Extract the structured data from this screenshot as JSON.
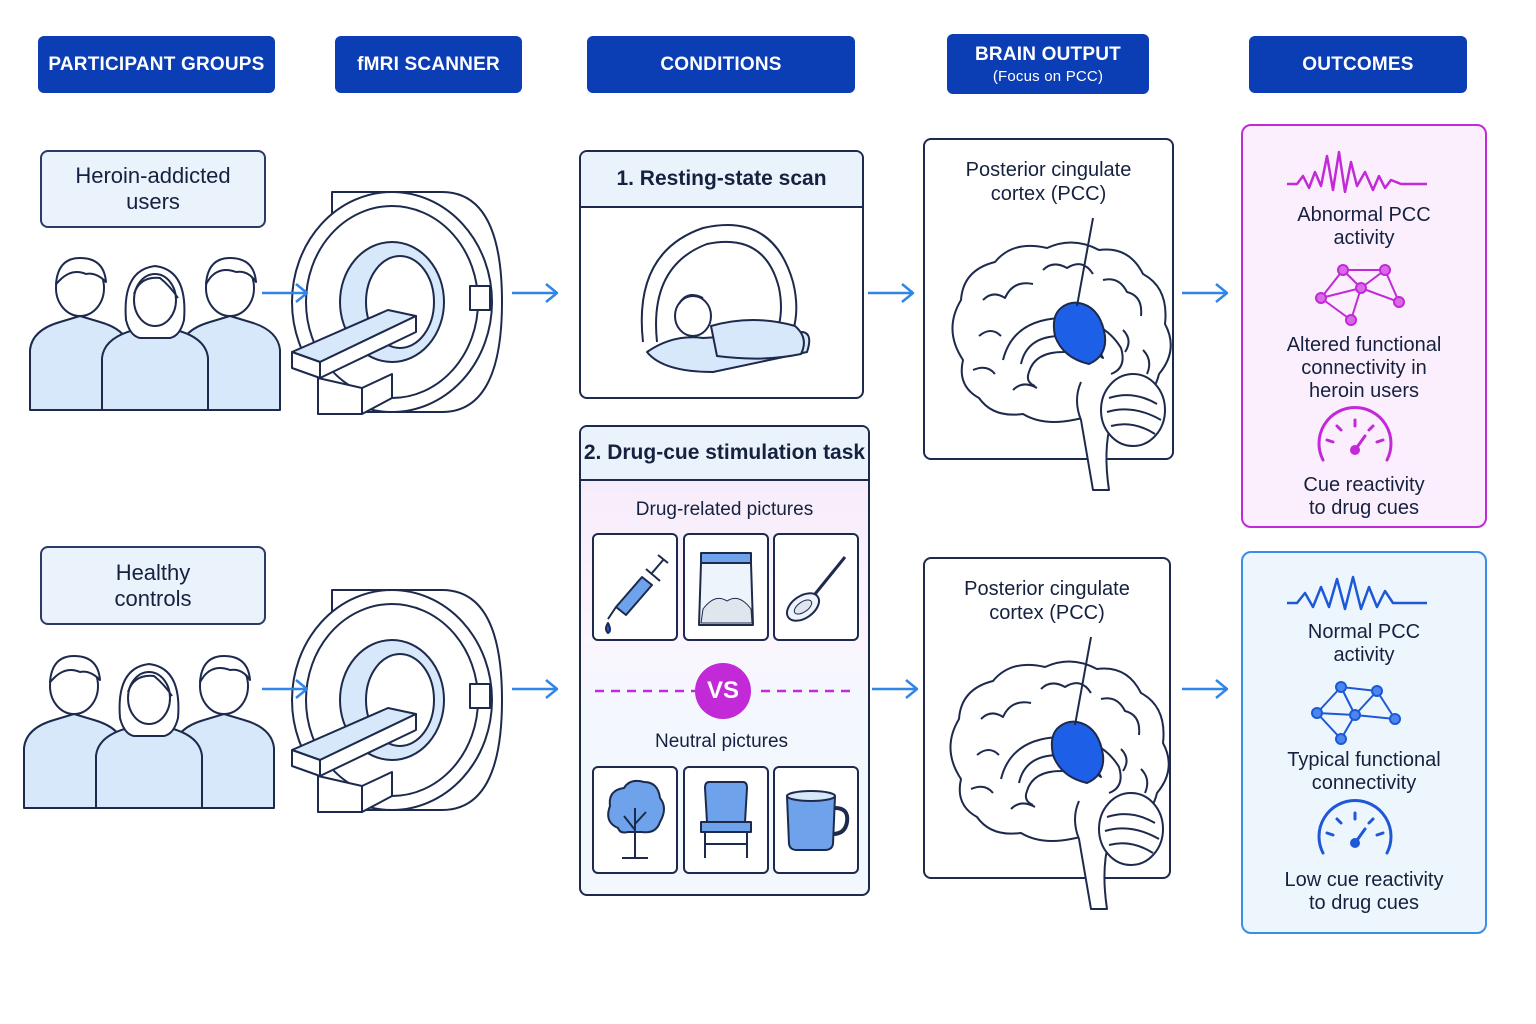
{
  "headers": {
    "participants": "PARTICIPANT GROUPS",
    "scanner": "fMRI SCANNER",
    "conditions": "CONDITIONS",
    "brain_output": "BRAIN OUTPUT",
    "brain_output_sub": "(Focus on PCC)",
    "outcomes": "OUTCOMES"
  },
  "groups": {
    "addicted": "Heroin-addicted\nusers",
    "controls": "Healthy\ncontrols"
  },
  "conditions": {
    "resting_title": "1. Resting-state scan",
    "task_title": "2. Drug-cue stimulation task",
    "drug_pictures": "Drug-related pictures",
    "vs": "VS",
    "neutral_pictures": "Neutral pictures"
  },
  "brain": {
    "pcc_label": "Posterior cingulate\ncortex (PCC)"
  },
  "outcomes": {
    "addicted": {
      "activity": "Abnormal PCC\nactivity",
      "connectivity": "Altered functional\nconnectivity in\nheroin users",
      "reactivity": "Cue reactivity\nto drug cues"
    },
    "controls": {
      "activity": "Normal PCC\nactivity",
      "connectivity": "Typical functional\nconnectivity",
      "reactivity": "Low cue reactivity\nto drug cues"
    }
  },
  "icons": [
    "people-group-icon",
    "mri-scanner-icon",
    "patient-in-scanner-icon",
    "syringe-icon",
    "powder-bag-icon",
    "spoon-icon",
    "tree-icon",
    "chair-icon",
    "mug-icon",
    "brain-icon",
    "waveform-icon",
    "network-icon",
    "gauge-icon",
    "arrow-right-icon"
  ],
  "colors": {
    "header_bg": "#0b3db5",
    "arrow": "#2f86e6",
    "addicted_accent": "#c12ad6",
    "controls_accent": "#1e58d6",
    "pcc_fill": "#1e5fe8",
    "light_fill": "#d7e8fb"
  }
}
